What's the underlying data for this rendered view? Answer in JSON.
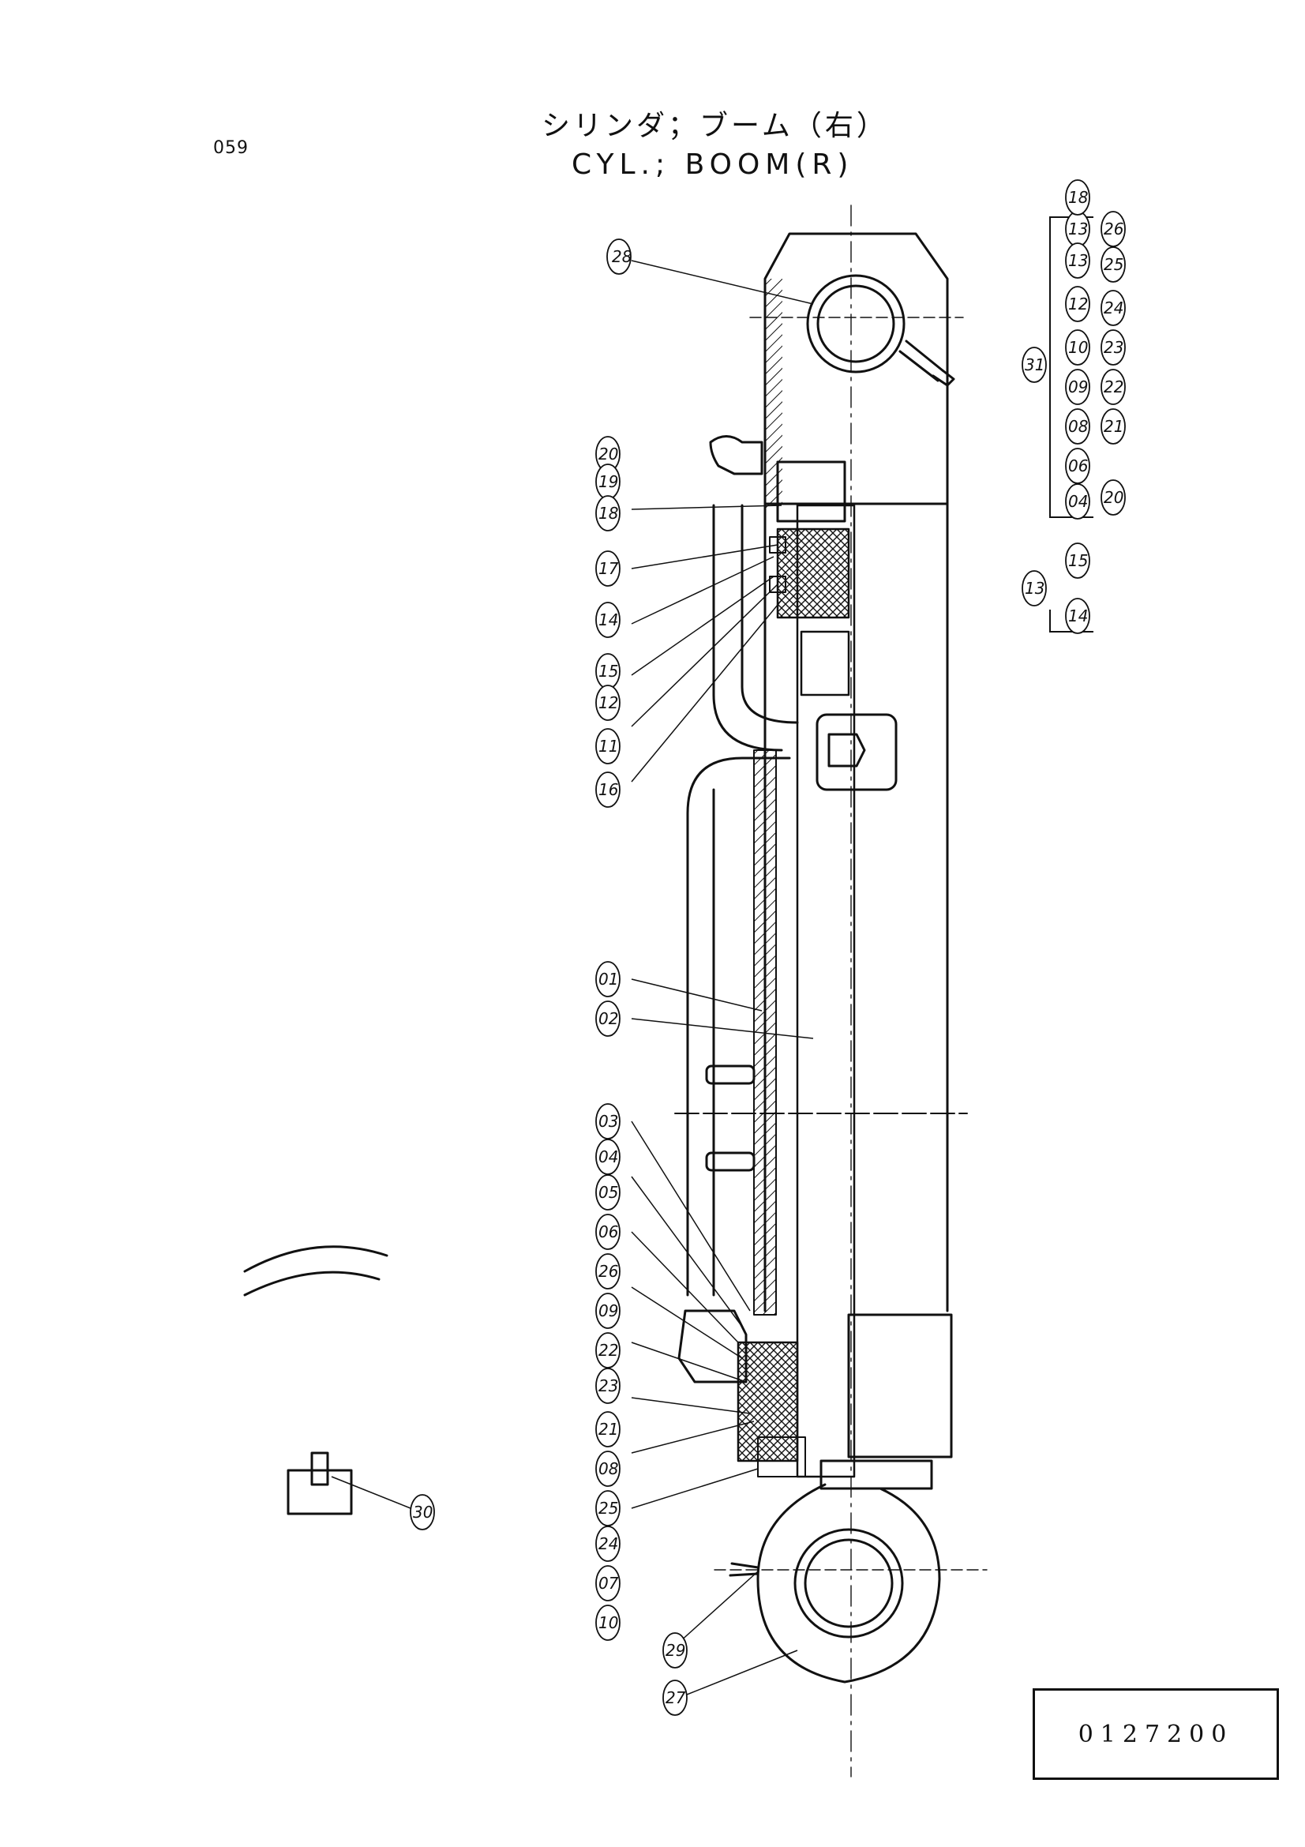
{
  "page_number": "059",
  "title_jp": "シリンダ；ブーム（右）",
  "title_en": "CYL.; BOOM(R)",
  "document_number": "0127200",
  "part_labels": [
    "28",
    "20",
    "19",
    "18",
    "17",
    "14",
    "15",
    "12",
    "11",
    "16",
    "01",
    "02",
    "03",
    "04",
    "05",
    "06",
    "26",
    "09",
    "22",
    "23",
    "21",
    "08",
    "25",
    "24",
    "07",
    "10",
    "29",
    "27",
    "30",
    "31",
    "13",
    "18",
    "26",
    "13",
    "25",
    "12",
    "24",
    "10",
    "23",
    "09",
    "22",
    "08",
    "21",
    "06",
    "20",
    "04",
    "15",
    "14",
    "13"
  ]
}
